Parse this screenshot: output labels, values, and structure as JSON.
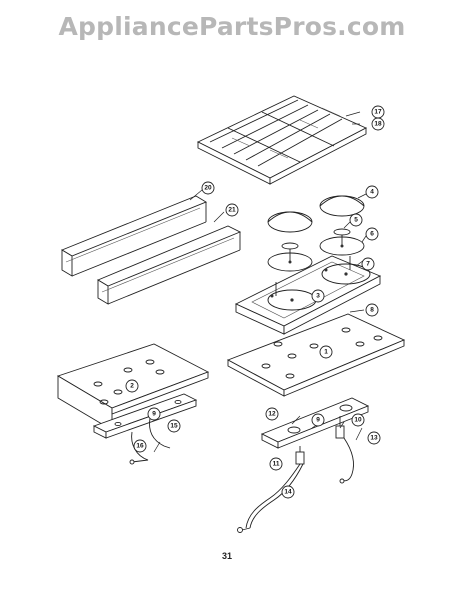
{
  "watermark": "AppliancePartsPros.com",
  "page_number": "31",
  "callouts": [
    {
      "label": "1"
    },
    {
      "label": "2"
    },
    {
      "label": "3"
    },
    {
      "label": "4"
    },
    {
      "label": "5"
    },
    {
      "label": "6"
    },
    {
      "label": "7"
    },
    {
      "label": "8"
    },
    {
      "label": "9"
    },
    {
      "label": "9"
    },
    {
      "label": "10"
    },
    {
      "label": "11"
    },
    {
      "label": "12"
    },
    {
      "label": "13"
    },
    {
      "label": "14"
    },
    {
      "label": "15"
    },
    {
      "label": "16"
    },
    {
      "label": "17"
    },
    {
      "label": "18"
    },
    {
      "label": "20"
    },
    {
      "label": "21"
    }
  ]
}
